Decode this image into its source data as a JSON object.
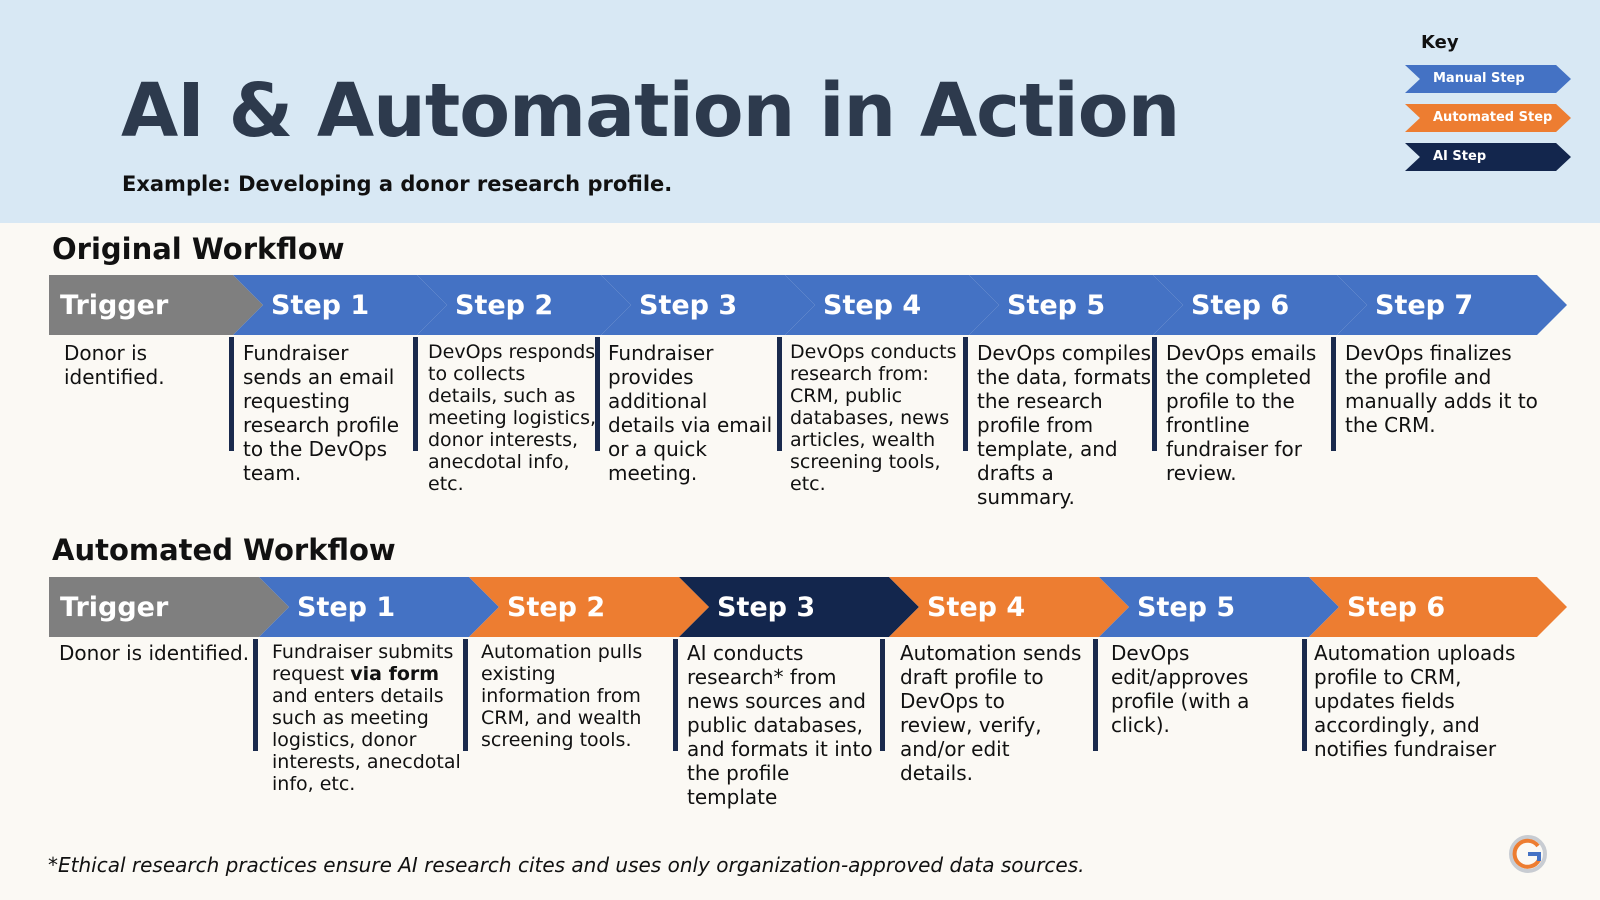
{
  "title": "AI & Automation in Action",
  "subtitle": "Example: Developing a donor research profile.",
  "key": {
    "title": "Key",
    "items": [
      {
        "label": "Manual Step",
        "color": "#4472c4"
      },
      {
        "label": "Automated Step",
        "color": "#ed7d31"
      },
      {
        "label": "AI Step",
        "color": "#13264d"
      }
    ]
  },
  "colors": {
    "trigger": "#7f7f7f",
    "manual": "#4472c4",
    "automated": "#ed7d31",
    "ai": "#13264d"
  },
  "original": {
    "title": "Original Workflow",
    "steps": [
      {
        "label": "Trigger",
        "type": "trigger",
        "text": "Donor is identified."
      },
      {
        "label": "Step 1",
        "type": "manual",
        "text": "Fundraiser sends an email requesting research profile to the DevOps team."
      },
      {
        "label": "Step 2",
        "type": "manual",
        "text": "DevOps responds to collects details, such as meeting logistics, donor interests, anecdotal info, etc."
      },
      {
        "label": "Step 3",
        "type": "manual",
        "text": "Fundraiser provides additional details via email or a quick meeting."
      },
      {
        "label": "Step 4",
        "type": "manual",
        "text": "DevOps conducts research from: CRM, public databases, news articles, wealth screening tools, etc."
      },
      {
        "label": "Step 5",
        "type": "manual",
        "text": "DevOps compiles the data, formats the research profile from template, and drafts a summary."
      },
      {
        "label": "Step 6",
        "type": "manual",
        "text": "DevOps emails the completed profile to the frontline fundraiser for review."
      },
      {
        "label": "Step 7",
        "type": "manual",
        "text": "DevOps finalizes the profile and manually adds it to the CRM."
      }
    ]
  },
  "automated": {
    "title": "Automated Workflow",
    "steps": [
      {
        "label": "Trigger",
        "type": "trigger",
        "text": "Donor is identified."
      },
      {
        "label": "Step 1",
        "type": "manual",
        "text_before": "Fundraiser submits request ",
        "text_bold": "via form",
        "text_after": " and enters details such as meeting logistics, donor interests, anecdotal info, etc."
      },
      {
        "label": "Step 2",
        "type": "automated",
        "text": "Automation pulls existing information from CRM, and wealth screening tools."
      },
      {
        "label": "Step 3",
        "type": "ai",
        "text": "AI conducts research* from news sources and public databases, and formats it into the profile template"
      },
      {
        "label": "Step 4",
        "type": "automated",
        "text": "Automation sends draft profile to DevOps to review, verify, and/or edit details."
      },
      {
        "label": "Step 5",
        "type": "manual",
        "text": "DevOps edit/approves profile (with a click)."
      },
      {
        "label": "Step 6",
        "type": "automated",
        "text": "Automation uploads profile to CRM, updates fields accordingly, and notifies fundraiser"
      }
    ]
  },
  "footnote": "*Ethical research practices ensure AI research cites and uses only organization-approved data sources."
}
